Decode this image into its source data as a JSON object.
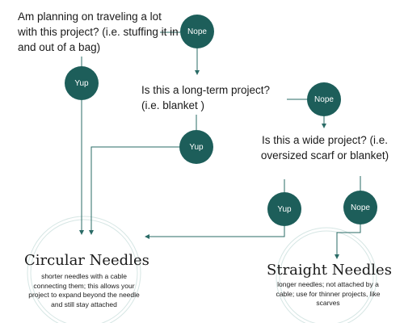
{
  "colors": {
    "node_fill": "#1d5e5a",
    "line": "#2a6b66",
    "ring": "#d6e6e4",
    "text": "#1a1a1a",
    "background": "#ffffff"
  },
  "questions": {
    "travel": "Am planning on traveling a lot with this project? (i.e. stuffing it in and out of a bag)",
    "long_term": "Is this a long-term project? (i.e. blanket )",
    "wide": "Is this a wide project? (i.e. oversized scarf or blanket)"
  },
  "answers": {
    "travel_no": "Nope",
    "travel_yes": "Yup",
    "long_term_no": "Nope",
    "long_term_yes": "Yup",
    "wide_yes": "Yup",
    "wide_no": "Nope"
  },
  "outcomes": {
    "circular": {
      "title": "Circular Needles",
      "description": "shorter needles with a cable connecting them; this allows your project to expand beyond the needle and still stay attached"
    },
    "straight": {
      "title": "Straight Needles",
      "description": "longer needles; not attached by a cable; use for thinner projects, like scarves"
    }
  }
}
